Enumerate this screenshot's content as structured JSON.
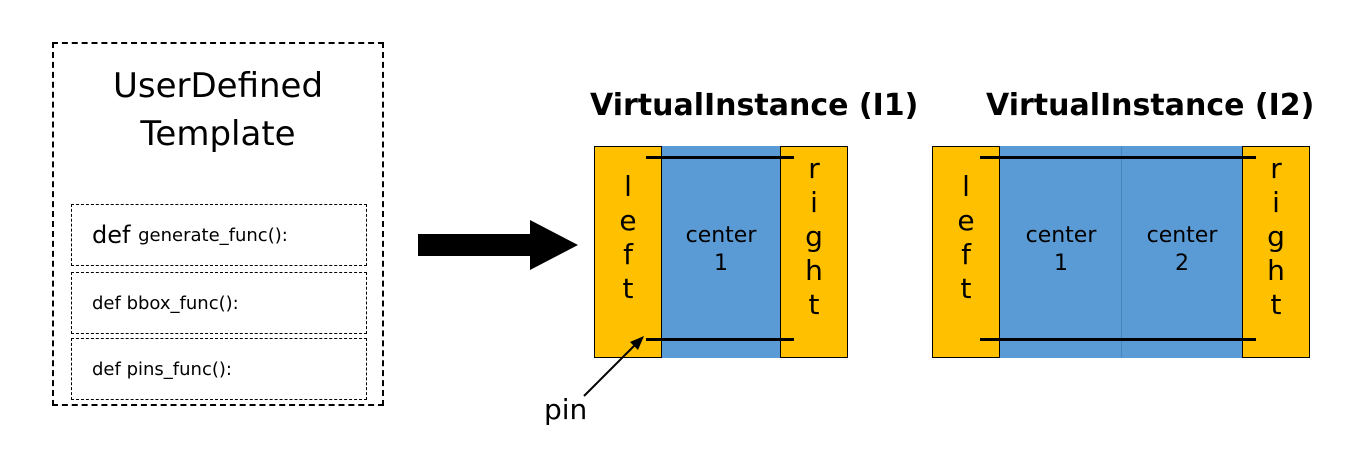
{
  "template": {
    "title_line1": "UserDefined",
    "title_line2": "Template",
    "functions": [
      {
        "keyword": "def",
        "name": "generate_func():"
      },
      {
        "keyword": "def",
        "name": "bbox_func():"
      },
      {
        "keyword": "def",
        "name": "pins_func():"
      }
    ]
  },
  "instances": [
    {
      "title": "VirtualInstance (I1)",
      "left_label": "left",
      "right_label": "right",
      "centers": [
        {
          "word": "center",
          "num": "1"
        }
      ]
    },
    {
      "title": "VirtualInstance (I2)",
      "left_label": "left",
      "right_label": "right",
      "centers": [
        {
          "word": "center",
          "num": "1"
        },
        {
          "word": "center",
          "num": "2"
        }
      ]
    }
  ],
  "annotation": {
    "pin_label": "pin"
  },
  "colors": {
    "edge_block": "#FFC000",
    "center_block": "#5B9BD5",
    "line": "#000000"
  }
}
